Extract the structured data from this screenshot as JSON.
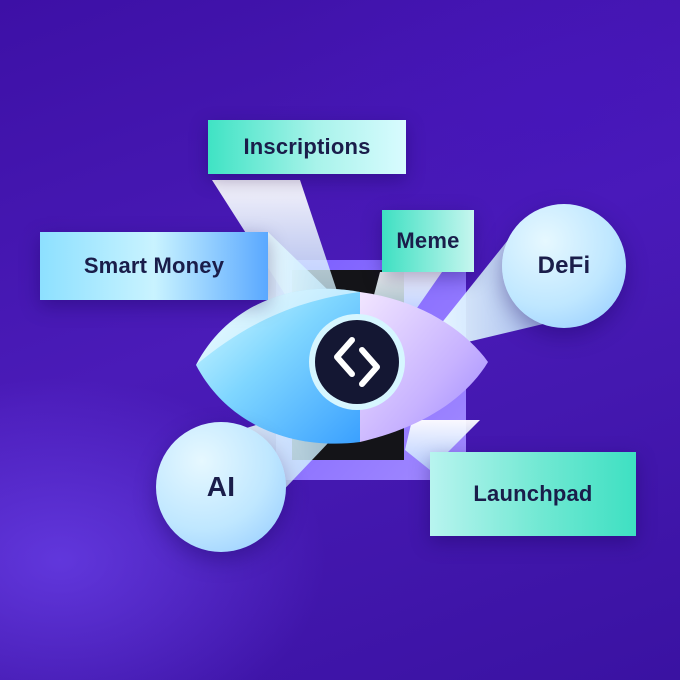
{
  "tags": {
    "inscriptions": "Inscriptions",
    "meme": "Meme",
    "smart_money": "Smart Money",
    "defi": "DeFi",
    "ai": "AI",
    "launchpad": "Launchpad"
  },
  "colors": {
    "background": "#3d10a6",
    "teal": "#3ee0c2",
    "light_blue": "#c9f3ff",
    "blue": "#5aa8ff",
    "lavender": "#d9c8ff",
    "text": "#1a1d4a"
  },
  "icons": {
    "center_logo": "swap-arrows-logo-icon"
  }
}
